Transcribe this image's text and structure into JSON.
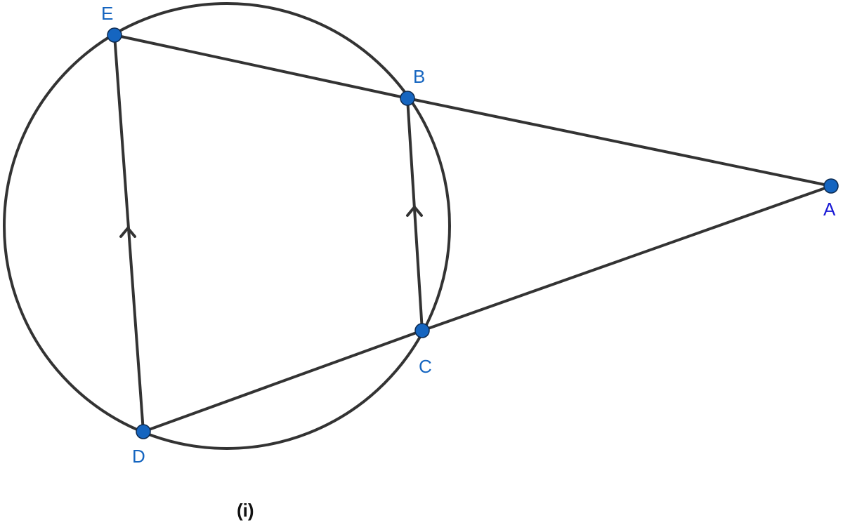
{
  "diagram": {
    "points": {
      "E": {
        "label": "E",
        "color": "#1565c0"
      },
      "B": {
        "label": "B",
        "color": "#1565c0"
      },
      "A": {
        "label": "A",
        "color": "#1a1ad6"
      },
      "C": {
        "label": "C",
        "color": "#1565c0"
      },
      "D": {
        "label": "D",
        "color": "#1565c0"
      }
    },
    "caption": "(i)",
    "line_color": "#333333",
    "point_color": "#1565c0"
  }
}
